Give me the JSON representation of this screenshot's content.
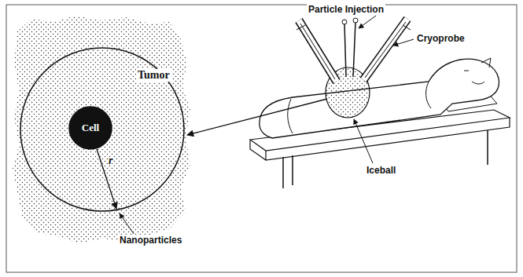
{
  "diagram": {
    "nodes": [
      {
        "text": [
          "Tumor"
        ]
      },
      {
        "text": [
          "Cell"
        ],
        "in": 0
      }
    ],
    "labels": [
      "Particle Injection",
      "Cryoprobe",
      "Iceball",
      "Nanoparticles",
      "r"
    ]
  }
}
